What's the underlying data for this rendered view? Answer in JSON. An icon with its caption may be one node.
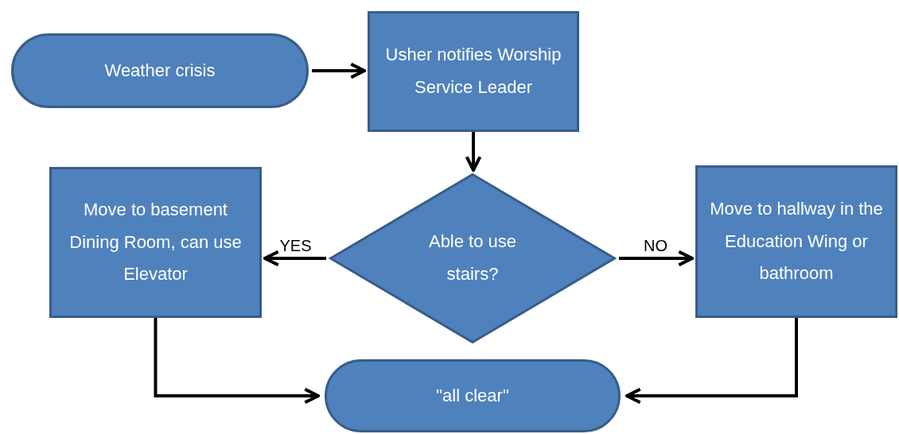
{
  "diagram": {
    "nodes": [
      {
        "text": [
          "Weather crisis"
        ]
      },
      {
        "text": [
          "Usher notifies Worship Service Leader"
        ]
      },
      {
        "text": [
          "Able to use stairs?"
        ]
      },
      {
        "text": [
          "Move to basement Dining Room, can use Elevator"
        ]
      },
      {
        "text": [
          "Move to hallway in the Education Wing or bathroom"
        ]
      },
      {
        "text": [
          "\"all clear\""
        ]
      }
    ],
    "edges": [
      {
        "from": 0,
        "to": 1,
        "arrow": "to"
      },
      {
        "from": 1,
        "to": 2,
        "arrow": "to"
      },
      {
        "from": 2,
        "to": 3,
        "arrow": "to",
        "label": "YES"
      },
      {
        "from": 2,
        "to": 4,
        "arrow": "to",
        "label": "NO"
      },
      {
        "from": 3,
        "to": 5,
        "arrow": "to"
      },
      {
        "from": 4,
        "to": 5,
        "arrow": "to"
      }
    ]
  }
}
